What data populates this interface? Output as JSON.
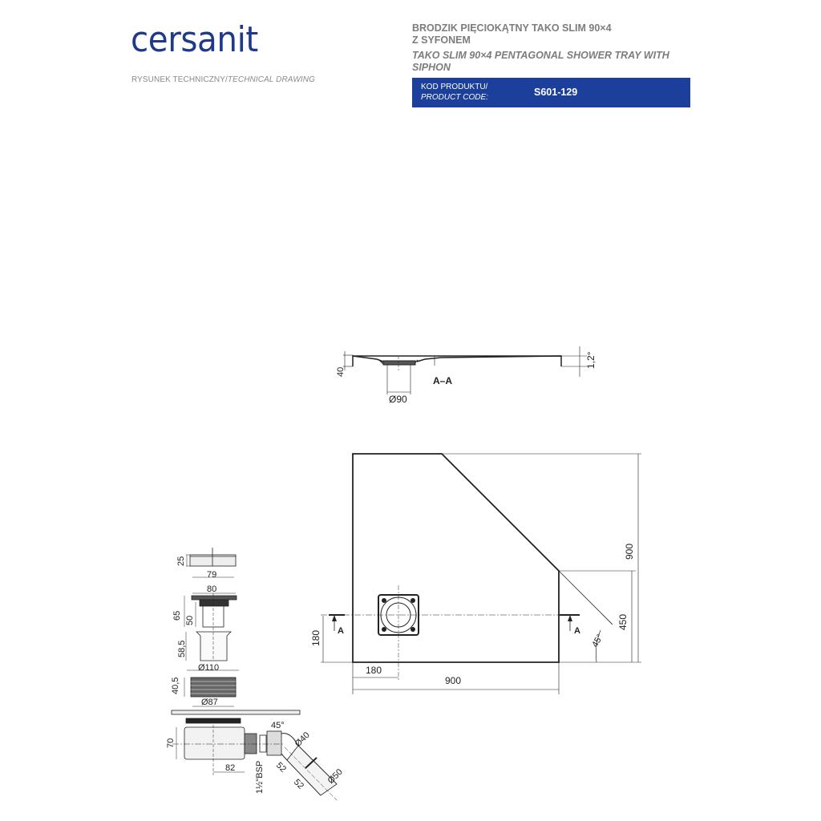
{
  "header": {
    "logo": "cersanit",
    "subtitle_pl": "RYSUNEK TECHNICZNY/",
    "subtitle_en": "TECHNICAL DRAWING",
    "title_pl_line1": "BRODZIK PIĘCIOKĄTNY TAKO SLIM 90×4",
    "title_pl_line2": "Z SYFONEM",
    "title_en_line1": "TAKO SLIM 90×4 PENTAGONAL SHOWER TRAY WITH",
    "title_en_line2": "SIPHON",
    "code_label_pl": "KOD PRODUKTU/",
    "code_label_en": "PRODUCT CODE:",
    "code_value": "S601-129",
    "brand_color": "#1c3f9c"
  },
  "section_view": {
    "label": "A–A",
    "height_dim": "40",
    "drain_dim": "Ø90",
    "slope_dim": "1,2°"
  },
  "plan_view": {
    "width_dim": "900",
    "height_dim": "900",
    "drain_x_dim": "180",
    "drain_y_dim": "180",
    "side_dim": "450",
    "angle_dim": "45°",
    "section_marker_left": "A",
    "section_marker_right": "A"
  },
  "siphon_details": {
    "cap_height": "25",
    "cap_width": "79",
    "grate_width": "80",
    "body_height": "65",
    "body_inner_height": "50",
    "sleeve_height": "58,5",
    "flange_diameter": "Ø110",
    "flange_height": "40,5",
    "thread_diameter": "Ø87",
    "trap_height": "70",
    "trap_offset": "82",
    "elbow_angle": "45°",
    "outlet_inner": "Ø40",
    "outlet_outer": "Ø50",
    "pipe_len_1": "52",
    "pipe_len_2": "52",
    "thread_spec": "1½\"BSP"
  }
}
